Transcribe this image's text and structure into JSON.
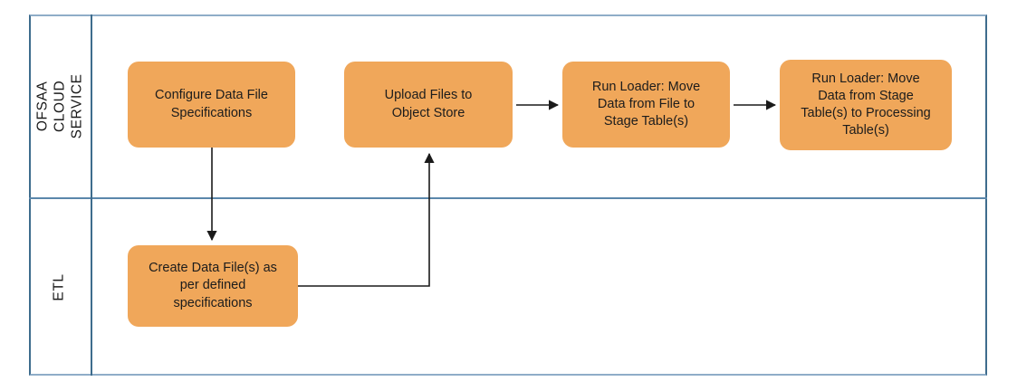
{
  "diagram": {
    "title_present": false,
    "colors": {
      "node_fill": "#f0a75a",
      "node_text": "#1c1c1c",
      "lane_border": "#3e6c8d",
      "lane_divider": "#5b87ab",
      "connector": "#1a1a1a",
      "background": "#ffffff"
    },
    "lanes": [
      {
        "id": "cloud-service",
        "label": "OFSAA\nCLOUD SERVICE"
      },
      {
        "id": "etl",
        "label": "ETL"
      }
    ],
    "nodes": [
      {
        "id": "configure",
        "lane": "cloud-service",
        "label": "Configure Data File\nSpecifications"
      },
      {
        "id": "upload",
        "lane": "cloud-service",
        "label": "Upload Files to\nObject Store"
      },
      {
        "id": "loader-file",
        "lane": "cloud-service",
        "label": "Run Loader: Move\nData from File to\nStage Table(s)"
      },
      {
        "id": "loader-stage",
        "lane": "cloud-service",
        "label": "Run Loader: Move\nData from Stage\nTable(s) to Processing\nTable(s)"
      },
      {
        "id": "create",
        "lane": "etl",
        "label": "Create Data File(s) as\nper defined\nspecifications"
      }
    ],
    "connectors": [
      {
        "id": "configure-to-create",
        "from": "configure",
        "to": "create",
        "style": "straight-down"
      },
      {
        "id": "create-to-upload",
        "from": "create",
        "to": "upload",
        "style": "elbow-right-up"
      },
      {
        "id": "upload-to-loader-file",
        "from": "upload",
        "to": "loader-file",
        "style": "straight-right"
      },
      {
        "id": "loader-file-to-stage",
        "from": "loader-file",
        "to": "loader-stage",
        "style": "straight-right"
      }
    ]
  }
}
